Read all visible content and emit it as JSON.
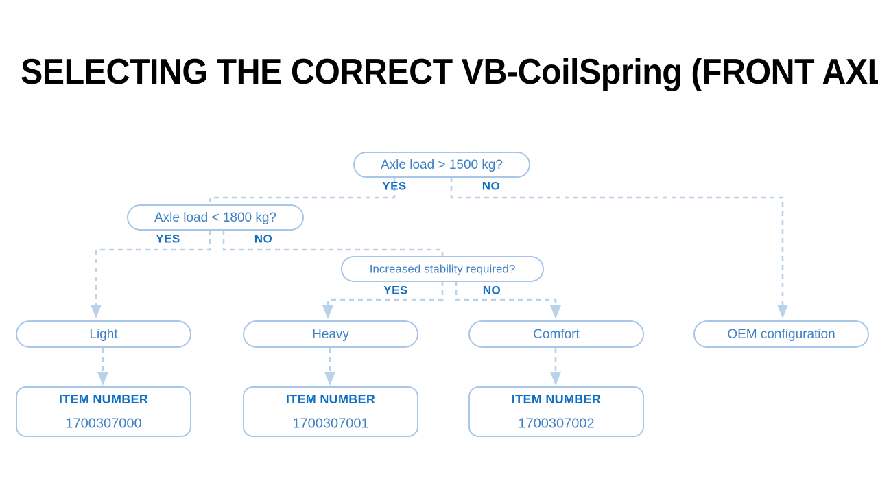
{
  "page": {
    "title": "SELECTING THE CORRECT VB-CoilSpring (FRONT AXLE)",
    "background_color": "#ffffff"
  },
  "theme": {
    "border_color": "#a8c6e8",
    "connector_color": "#b9d2ea",
    "node_text_color": "#3f80c4",
    "branch_label_color": "#0f6fc2",
    "title_color": "#000000"
  },
  "chart_data": {
    "type": "flowchart",
    "title": "SELECTING THE CORRECT VB-CoilSpring (FRONT AXLE)",
    "orientation": "top-down",
    "nodes": [
      {
        "id": "q1",
        "kind": "decision",
        "label": "Axle load > 1500 kg?"
      },
      {
        "id": "q2",
        "kind": "decision",
        "label": "Axle load < 1800 kg?"
      },
      {
        "id": "q3",
        "kind": "decision",
        "label": "Increased stability required?"
      },
      {
        "id": "light",
        "kind": "result",
        "label": "Light"
      },
      {
        "id": "heavy",
        "kind": "result",
        "label": "Heavy"
      },
      {
        "id": "comfort",
        "kind": "result",
        "label": "Comfort"
      },
      {
        "id": "oem",
        "kind": "result",
        "label": "OEM configuration"
      },
      {
        "id": "item1",
        "kind": "item",
        "caption": "ITEM NUMBER",
        "value": "1700307000"
      },
      {
        "id": "item2",
        "kind": "item",
        "caption": "ITEM NUMBER",
        "value": "1700307001"
      },
      {
        "id": "item3",
        "kind": "item",
        "caption": "ITEM NUMBER",
        "value": "1700307002"
      }
    ],
    "edges": [
      {
        "from": "q1",
        "to": "q2",
        "label": "YES"
      },
      {
        "from": "q1",
        "to": "oem",
        "label": "NO"
      },
      {
        "from": "q2",
        "to": "light",
        "label": "YES"
      },
      {
        "from": "q2",
        "to": "q3",
        "label": "NO"
      },
      {
        "from": "q3",
        "to": "heavy",
        "label": "YES"
      },
      {
        "from": "q3",
        "to": "comfort",
        "label": "NO"
      },
      {
        "from": "light",
        "to": "item1",
        "label": ""
      },
      {
        "from": "heavy",
        "to": "item2",
        "label": ""
      },
      {
        "from": "comfort",
        "to": "item3",
        "label": ""
      }
    ]
  },
  "nodes": {
    "q1": {
      "label": "Axle load > 1500 kg?",
      "yes": "YES",
      "no": "NO"
    },
    "q2": {
      "label": "Axle load < 1800 kg?",
      "yes": "YES",
      "no": "NO"
    },
    "q3": {
      "label": "Increased stability required?",
      "yes": "YES",
      "no": "NO"
    },
    "light": {
      "label": "Light"
    },
    "heavy": {
      "label": "Heavy"
    },
    "comfort": {
      "label": "Comfort"
    },
    "oem": {
      "label": "OEM configuration"
    },
    "item1": {
      "caption": "ITEM NUMBER",
      "value": "1700307000"
    },
    "item2": {
      "caption": "ITEM NUMBER",
      "value": "1700307001"
    },
    "item3": {
      "caption": "ITEM NUMBER",
      "value": "1700307002"
    }
  }
}
